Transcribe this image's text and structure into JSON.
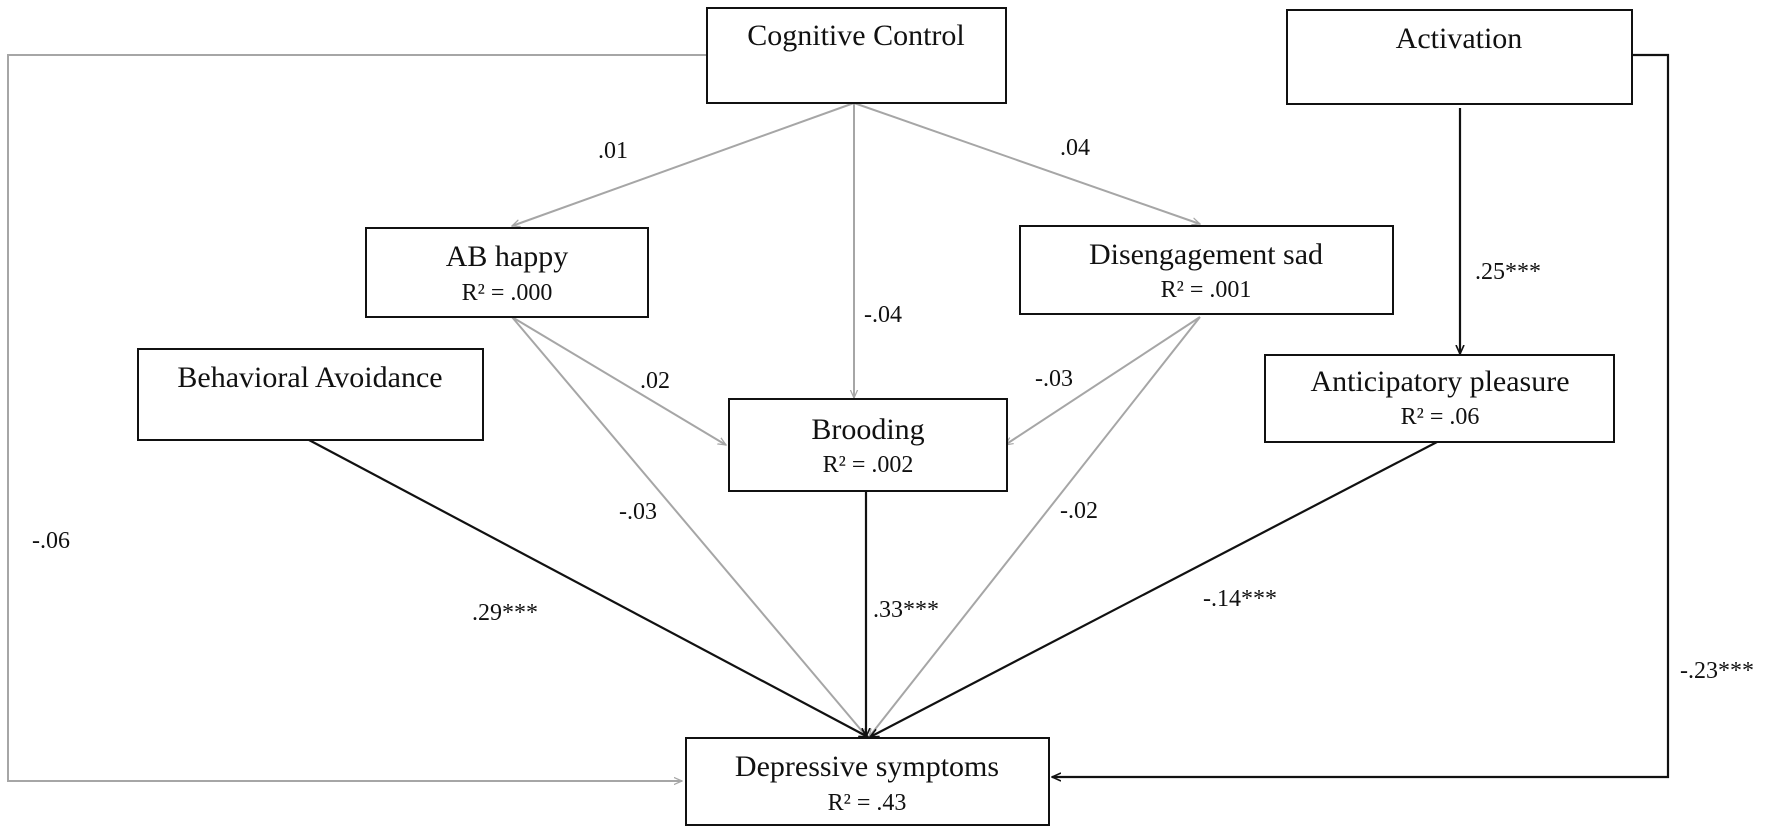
{
  "nodes": {
    "cognitive_control": {
      "label": "Cognitive Control"
    },
    "activation": {
      "label": "Activation"
    },
    "ab_happy": {
      "label": "AB happy",
      "r2": "R² = .000"
    },
    "disengagement_sad": {
      "label": "Disengagement sad",
      "r2": "R² = .001"
    },
    "behavioral_avoidance": {
      "label": "Behavioral Avoidance"
    },
    "brooding": {
      "label": "Brooding",
      "r2": "R² = .002"
    },
    "anticipatory_pleasure": {
      "label": "Anticipatory pleasure",
      "r2": "R² = .06"
    },
    "depressive_symptoms": {
      "label": "Depressive symptoms",
      "r2": "R² = .43"
    }
  },
  "paths": {
    "cc_to_abhappy": ".01",
    "cc_to_disengagement": ".04",
    "cc_to_brooding": "-.04",
    "cc_to_depressive": "-.06",
    "activation_to_anticipatory": ".25***",
    "activation_to_depressive": "-.23***",
    "abhappy_to_brooding": ".02",
    "abhappy_to_depressive": "-.03",
    "disengagement_to_brooding": "-.03",
    "disengagement_to_depressive": "-.02",
    "behavioral_to_depressive": ".29***",
    "brooding_to_depressive": ".33***",
    "anticipatory_to_depressive": "-.14***"
  },
  "colors": {
    "significant_path": "#111111",
    "nonsignificant_path": "#a6a6a6"
  }
}
